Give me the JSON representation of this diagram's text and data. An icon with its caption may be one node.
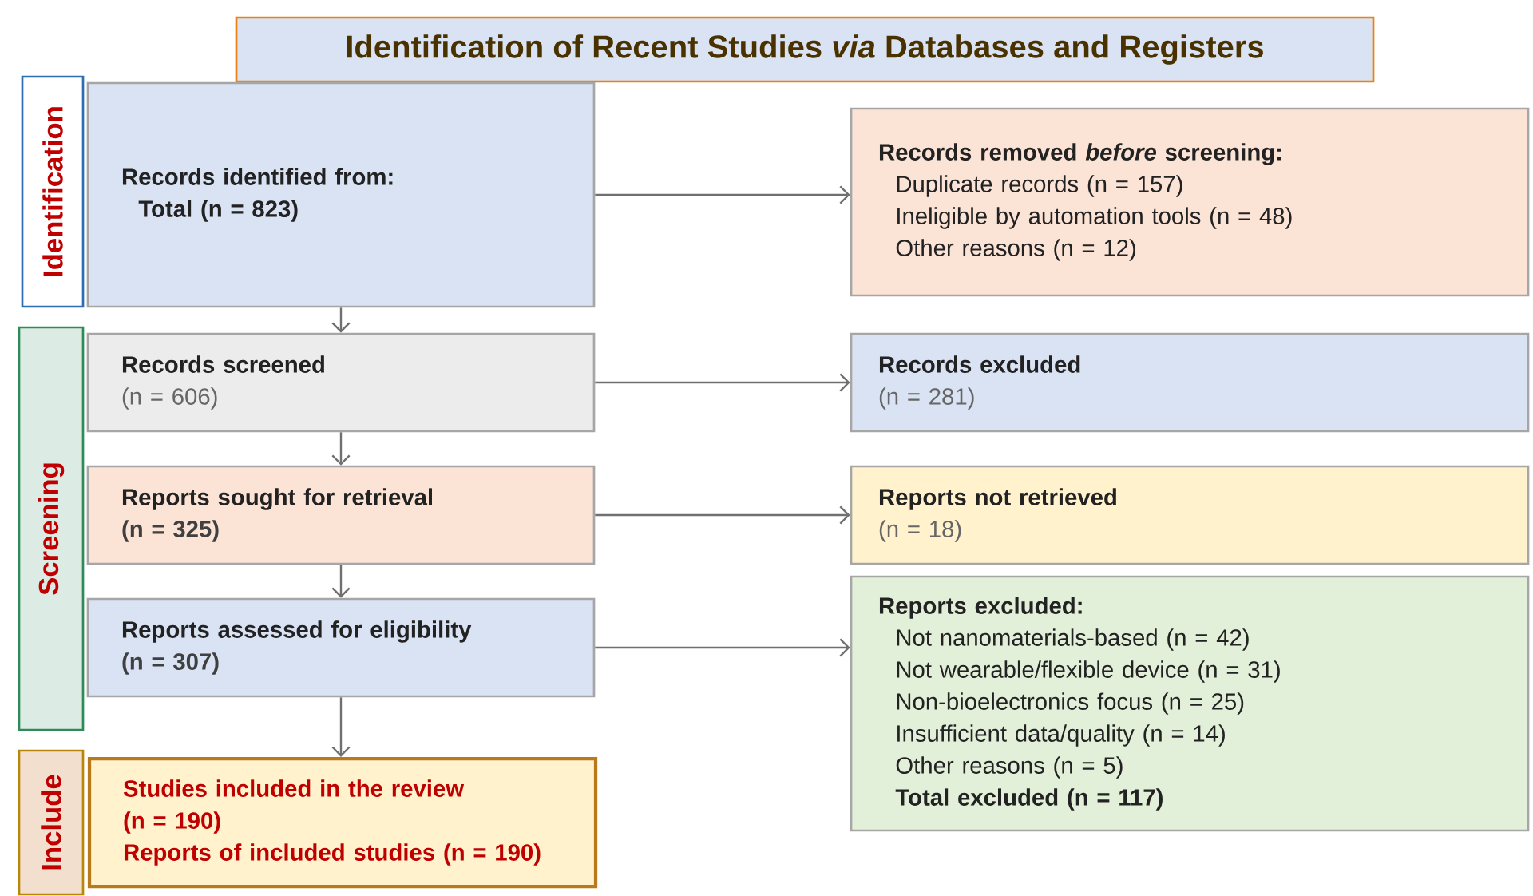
{
  "diagram": {
    "title": "Identification of Recent  Studies *via* Databases and Registers",
    "nodes": [
      {
        "text": [
          "Identification"
        ]
      },
      {
        "text": [
          "Records identified from:",
          "Total (n = 823)"
        ]
      },
      {
        "text": [
          "Records removed *before* screening:",
          "Duplicate records (n = 157)",
          "Ineligible by automation tools (n = 48)",
          "Other reasons (n = 12)"
        ]
      },
      {
        "text": [
          "Screening"
        ]
      },
      {
        "text": [
          "Records screened",
          "(n = 606)"
        ]
      },
      {
        "text": [
          "Records excluded",
          "(n = 281)"
        ]
      },
      {
        "text": [
          "Reports sought for retrieval",
          "(n = 325)"
        ]
      },
      {
        "text": [
          "Reports not retrieved",
          "(n = 18)"
        ]
      },
      {
        "text": [
          "Reports assessed for eligibility",
          "(n = 307)"
        ]
      },
      {
        "text": [
          "Reports excluded:",
          "Not nanomaterials-based (n = 42)",
          "Not wearable/flexible device (n = 31)",
          "Non-bioelectronics focus (n = 25)",
          "Insufficient data/quality (n = 14)",
          "Other reasons (n = 5)",
          "Total excluded (n = 117)"
        ]
      },
      {
        "text": [
          "Include"
        ]
      },
      {
        "text": [
          "Studies included in the review",
          "(n = 190)",
          "Reports of included studies (n = 190)"
        ]
      }
    ],
    "edges": [
      {
        "from": 1,
        "to": 2,
        "arrow": "to"
      },
      {
        "from": 1,
        "to": 4,
        "arrow": "to"
      },
      {
        "from": 4,
        "to": 5,
        "arrow": "to"
      },
      {
        "from": 4,
        "to": 6,
        "arrow": "to"
      },
      {
        "from": 6,
        "to": 7,
        "arrow": "to"
      },
      {
        "from": 6,
        "to": 8,
        "arrow": "to"
      },
      {
        "from": 8,
        "to": 9,
        "arrow": "to"
      },
      {
        "from": 8,
        "to": 11,
        "arrow": "to"
      }
    ]
  }
}
